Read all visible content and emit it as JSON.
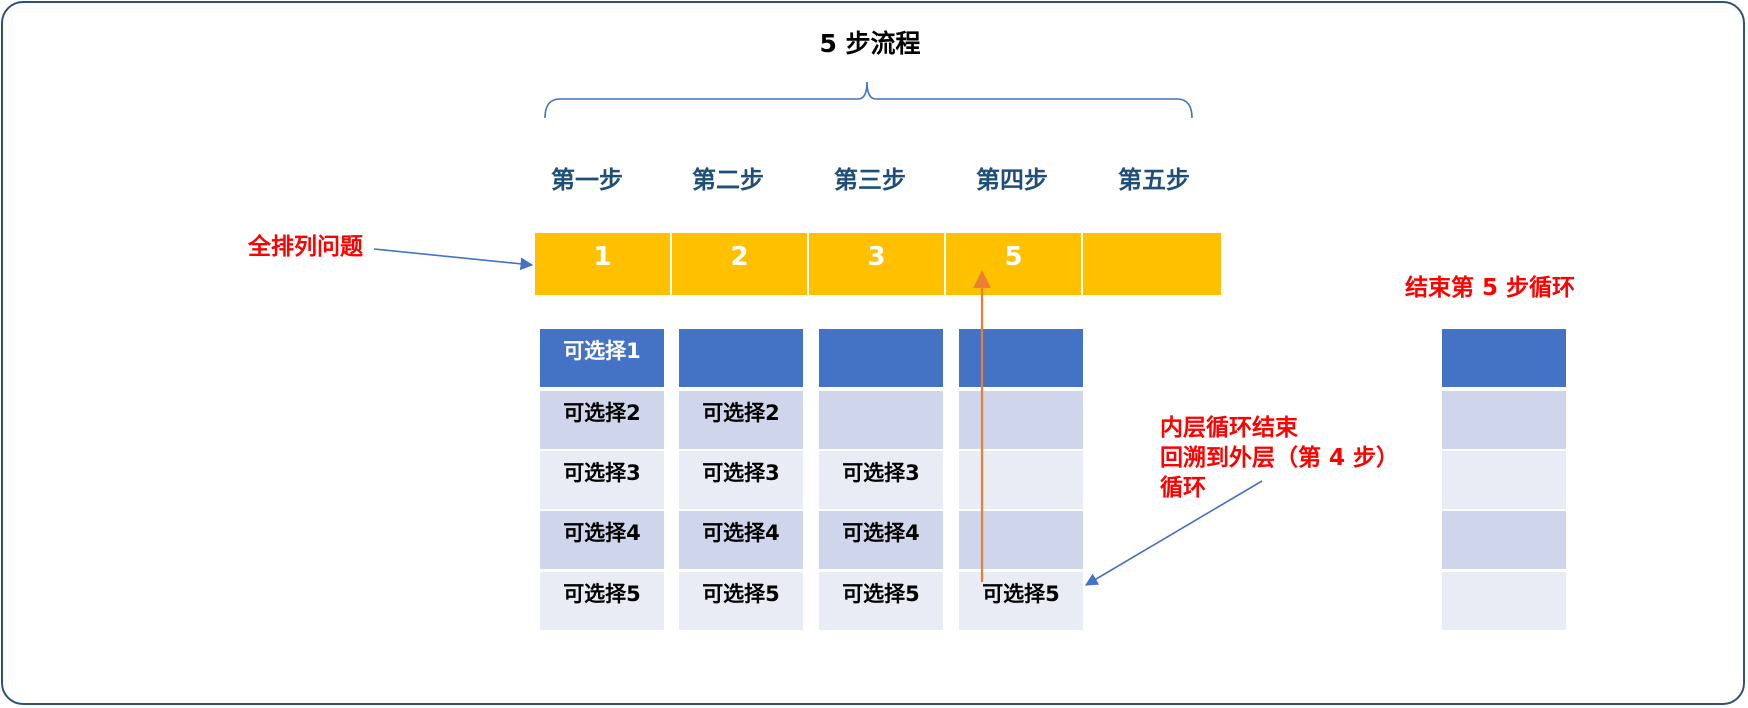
{
  "title": "5 步流程",
  "steps": [
    "第一步",
    "第二步",
    "第三步",
    "第四步",
    "第五步"
  ],
  "selected": [
    "1",
    "2",
    "3",
    "5",
    ""
  ],
  "left_annotation": "全排列问题",
  "options": {
    "col1": [
      "可选择1",
      "可选择2",
      "可选择3",
      "可选择4",
      "可选择5"
    ],
    "col2": [
      "",
      "可选择2",
      "可选择3",
      "可选择4",
      "可选择5"
    ],
    "col3": [
      "",
      "",
      "可选择3",
      "可选择4",
      "可选择5"
    ],
    "col4": [
      "",
      "",
      "",
      "",
      "可选择5"
    ],
    "col5": [
      "",
      "",
      "",
      "",
      ""
    ]
  },
  "inner_loop_note": {
    "line1": "内层循环结束",
    "line2": "回溯到外层（第 4 步）",
    "line3": "循环"
  },
  "right_annotation": "结束第 5 步循环",
  "colors": {
    "selected_bar": "#ffc000",
    "header_cell": "#4472c4",
    "row_dark": "#cfd5ea",
    "row_light": "#e9ebf5",
    "step_label": "#1f4e79",
    "annotation": "#ff0000",
    "connector": "#4472c4",
    "backtrack_arrow": "#ed7d31"
  }
}
